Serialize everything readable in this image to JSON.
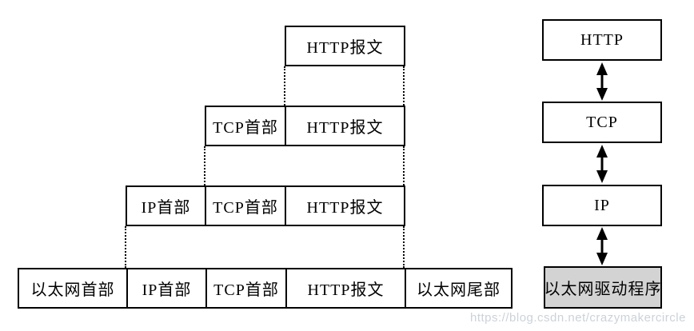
{
  "diagram": {
    "rows": [
      {
        "cells": [
          {
            "label": "HTTP报文"
          }
        ]
      },
      {
        "cells": [
          {
            "label": "TCP首部"
          },
          {
            "label": "HTTP报文"
          }
        ]
      },
      {
        "cells": [
          {
            "label": "IP首部"
          },
          {
            "label": "TCP首部"
          },
          {
            "label": "HTTP报文"
          }
        ]
      },
      {
        "cells": [
          {
            "label": "以太网首部"
          },
          {
            "label": "IP首部"
          },
          {
            "label": "TCP首部"
          },
          {
            "label": "HTTP报文"
          },
          {
            "label": "以太网尾部"
          }
        ]
      }
    ]
  },
  "stack": {
    "layers": [
      {
        "label": "HTTP"
      },
      {
        "label": "TCP"
      },
      {
        "label": "IP"
      },
      {
        "label": "以太网驱动程序"
      }
    ]
  },
  "watermark": {
    "text": "https://blog.csdn.net/crazymakercircle"
  },
  "colors": {
    "line": "#000000",
    "driver_fill": "#d3d3d3",
    "watermark": "#ccd2da",
    "background": "#ffffff"
  }
}
